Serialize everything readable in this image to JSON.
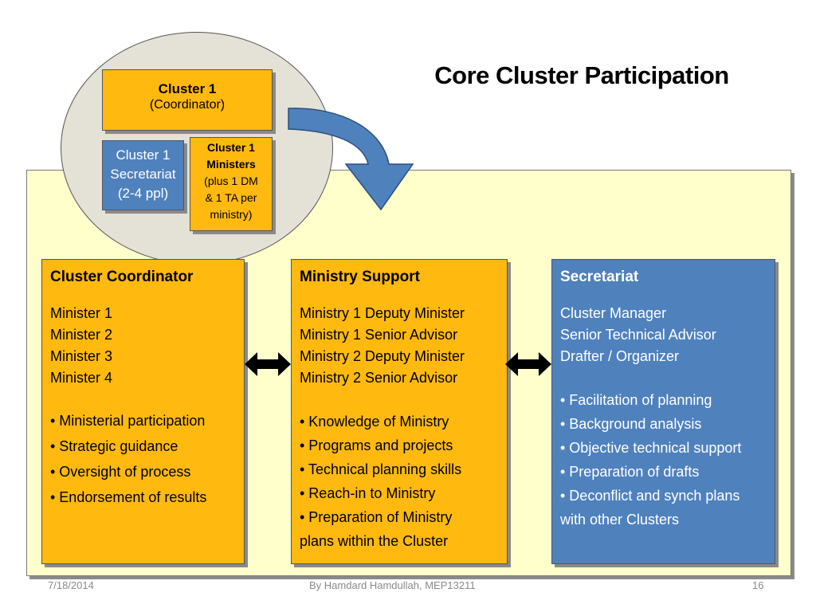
{
  "title": "Core Cluster Participation",
  "cluster1": {
    "line1": "Cluster 1",
    "line2": "(Coordinator)"
  },
  "secretariat_small": {
    "line1": "Cluster 1",
    "line2": "Secretariat",
    "line3": "(2-4 ppl)"
  },
  "ministers_small": {
    "line1": "Cluster 1",
    "line2": "Ministers",
    "line3": "(plus 1 DM",
    "line4": "& 1 TA per",
    "line5": "ministry)"
  },
  "coordinator": {
    "heading": "Cluster Coordinator",
    "lines": [
      "Minister 1",
      "Minister 2",
      "Minister 3",
      "Minister 4"
    ],
    "bullets": [
      "• Ministerial participation",
      "• Strategic guidance",
      "• Oversight of process",
      "• Endorsement of results"
    ]
  },
  "ministry": {
    "heading": "Ministry Support",
    "lines": [
      "Ministry 1 Deputy Minister",
      "Ministry 1 Senior Advisor",
      "Ministry 2 Deputy Minister",
      "Ministry 2 Senior Advisor"
    ],
    "bullets": [
      "• Knowledge of Ministry",
      "• Programs and projects",
      "• Technical planning skills",
      "• Reach-in to Ministry",
      "• Preparation of Ministry",
      "plans within the Cluster"
    ]
  },
  "secretariat": {
    "heading": "Secretariat",
    "lines": [
      "Cluster Manager",
      "Senior Technical Advisor",
      "Drafter / Organizer"
    ],
    "bullets": [
      "• Facilitation of planning",
      "• Background analysis",
      "• Objective technical support",
      "• Preparation of drafts",
      "• Deconflict and synch plans",
      "with other Clusters"
    ]
  },
  "footer": {
    "date": "7/18/2014",
    "author": "By Hamdard Hamdullah, MEP13211",
    "page": "16"
  },
  "colors": {
    "orange": "#ffb90f",
    "blue": "#4f81bd",
    "panel": "#ffffcc",
    "ellipse": "#e4e1d6"
  },
  "icons": {
    "curved_arrow": "curved-arrow-icon",
    "double_arrow": "double-arrow-icon"
  }
}
